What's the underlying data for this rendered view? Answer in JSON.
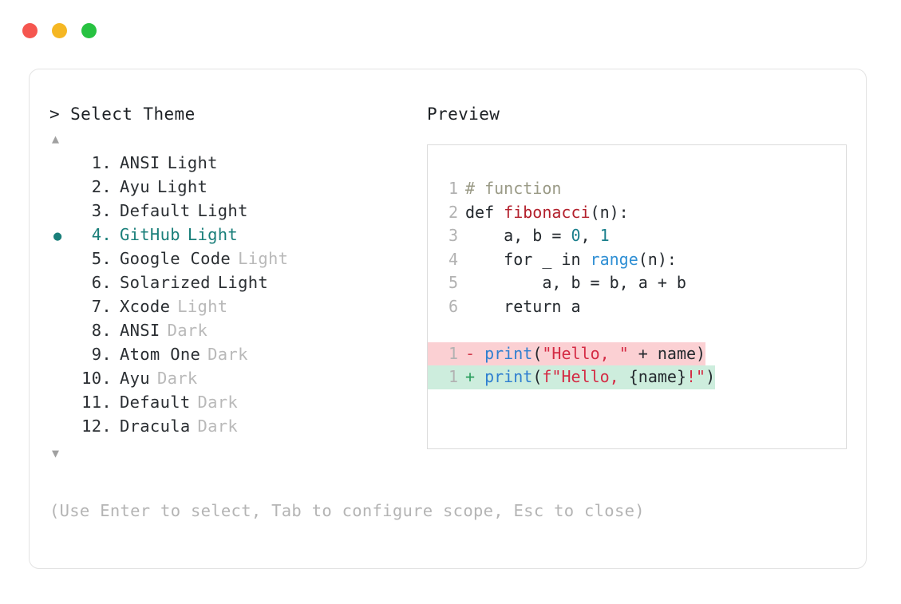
{
  "window": {
    "dots": [
      {
        "name": "close",
        "color": "#f5564f"
      },
      {
        "name": "minimize",
        "color": "#f5b723"
      },
      {
        "name": "maximize",
        "color": "#27c241"
      }
    ]
  },
  "left": {
    "prompt_symbol": ">",
    "title": "Select Theme",
    "scroll_up_icon": "▲",
    "scroll_down_icon": "▼",
    "selected_index": 4,
    "selected_bullet": "●",
    "accent_color": "#1a7f7a",
    "items": [
      {
        "number": "1.",
        "name": "ANSI",
        "variant": "Light",
        "variant_muted": false,
        "selected": false,
        "bullet": ""
      },
      {
        "number": "2.",
        "name": "Ayu",
        "variant": "Light",
        "variant_muted": false,
        "selected": false,
        "bullet": ""
      },
      {
        "number": "3.",
        "name": "Default",
        "variant": "Light",
        "variant_muted": false,
        "selected": false,
        "bullet": ""
      },
      {
        "number": "4.",
        "name": "GitHub",
        "variant": "Light",
        "variant_muted": false,
        "selected": true,
        "bullet": "●"
      },
      {
        "number": "5.",
        "name": "Google Code",
        "variant": "Light",
        "variant_muted": true,
        "selected": false,
        "bullet": ""
      },
      {
        "number": "6.",
        "name": "Solarized",
        "variant": "Light",
        "variant_muted": false,
        "selected": false,
        "bullet": ""
      },
      {
        "number": "7.",
        "name": "Xcode",
        "variant": "Light",
        "variant_muted": true,
        "selected": false,
        "bullet": ""
      },
      {
        "number": "8.",
        "name": "ANSI",
        "variant": "Dark",
        "variant_muted": true,
        "selected": false,
        "bullet": ""
      },
      {
        "number": "9.",
        "name": "Atom One",
        "variant": "Dark",
        "variant_muted": true,
        "selected": false,
        "bullet": ""
      },
      {
        "number": "10.",
        "name": "Ayu",
        "variant": "Dark",
        "variant_muted": true,
        "selected": false,
        "bullet": ""
      },
      {
        "number": "11.",
        "name": "Default",
        "variant": "Dark",
        "variant_muted": true,
        "selected": false,
        "bullet": ""
      },
      {
        "number": "12.",
        "name": "Dracula",
        "variant": "Dark",
        "variant_muted": true,
        "selected": false,
        "bullet": ""
      }
    ],
    "hint": "(Use Enter to select, Tab to configure scope, Esc to close)"
  },
  "right": {
    "title": "Preview",
    "code_lines": [
      {
        "gutter": "1",
        "tokens": [
          {
            "t": "# function",
            "c": "tok-comment"
          }
        ]
      },
      {
        "gutter": "2",
        "tokens": [
          {
            "t": "def ",
            "c": "tok-kw"
          },
          {
            "t": "fibonacci",
            "c": "tok-fn"
          },
          {
            "t": "(n):",
            "c": "tok-plain"
          }
        ]
      },
      {
        "gutter": "3",
        "tokens": [
          {
            "t": "    a, b = ",
            "c": "tok-plain"
          },
          {
            "t": "0",
            "c": "tok-num"
          },
          {
            "t": ", ",
            "c": "tok-plain"
          },
          {
            "t": "1",
            "c": "tok-num"
          }
        ]
      },
      {
        "gutter": "4",
        "tokens": [
          {
            "t": "    for _ in ",
            "c": "tok-plain"
          },
          {
            "t": "range",
            "c": "tok-builtin"
          },
          {
            "t": "(n):",
            "c": "tok-plain"
          }
        ]
      },
      {
        "gutter": "5",
        "tokens": [
          {
            "t": "        a, b = b, a + b",
            "c": "tok-plain"
          }
        ]
      },
      {
        "gutter": "6",
        "tokens": [
          {
            "t": "    return a",
            "c": "tok-plain"
          }
        ]
      }
    ],
    "diff_lines": [
      {
        "gutter": "1",
        "kind": "delete",
        "background": "#fbd0d3",
        "tokens": [
          {
            "t": "- ",
            "c": "tok-minus"
          },
          {
            "t": "print",
            "c": "tok-print"
          },
          {
            "t": "(",
            "c": "tok-plain"
          },
          {
            "t": "\"Hello, \"",
            "c": "tok-str"
          },
          {
            "t": " + name)",
            "c": "tok-plain"
          }
        ]
      },
      {
        "gutter": "1",
        "kind": "add",
        "background": "#cdeddd",
        "tokens": [
          {
            "t": "+ ",
            "c": "tok-plus"
          },
          {
            "t": "print",
            "c": "tok-print"
          },
          {
            "t": "(",
            "c": "tok-plain"
          },
          {
            "t": "f\"Hello, ",
            "c": "tok-str"
          },
          {
            "t": "{name}",
            "c": "tok-plain"
          },
          {
            "t": "!\"",
            "c": "tok-str"
          },
          {
            "t": ")",
            "c": "tok-plain"
          }
        ]
      }
    ]
  }
}
